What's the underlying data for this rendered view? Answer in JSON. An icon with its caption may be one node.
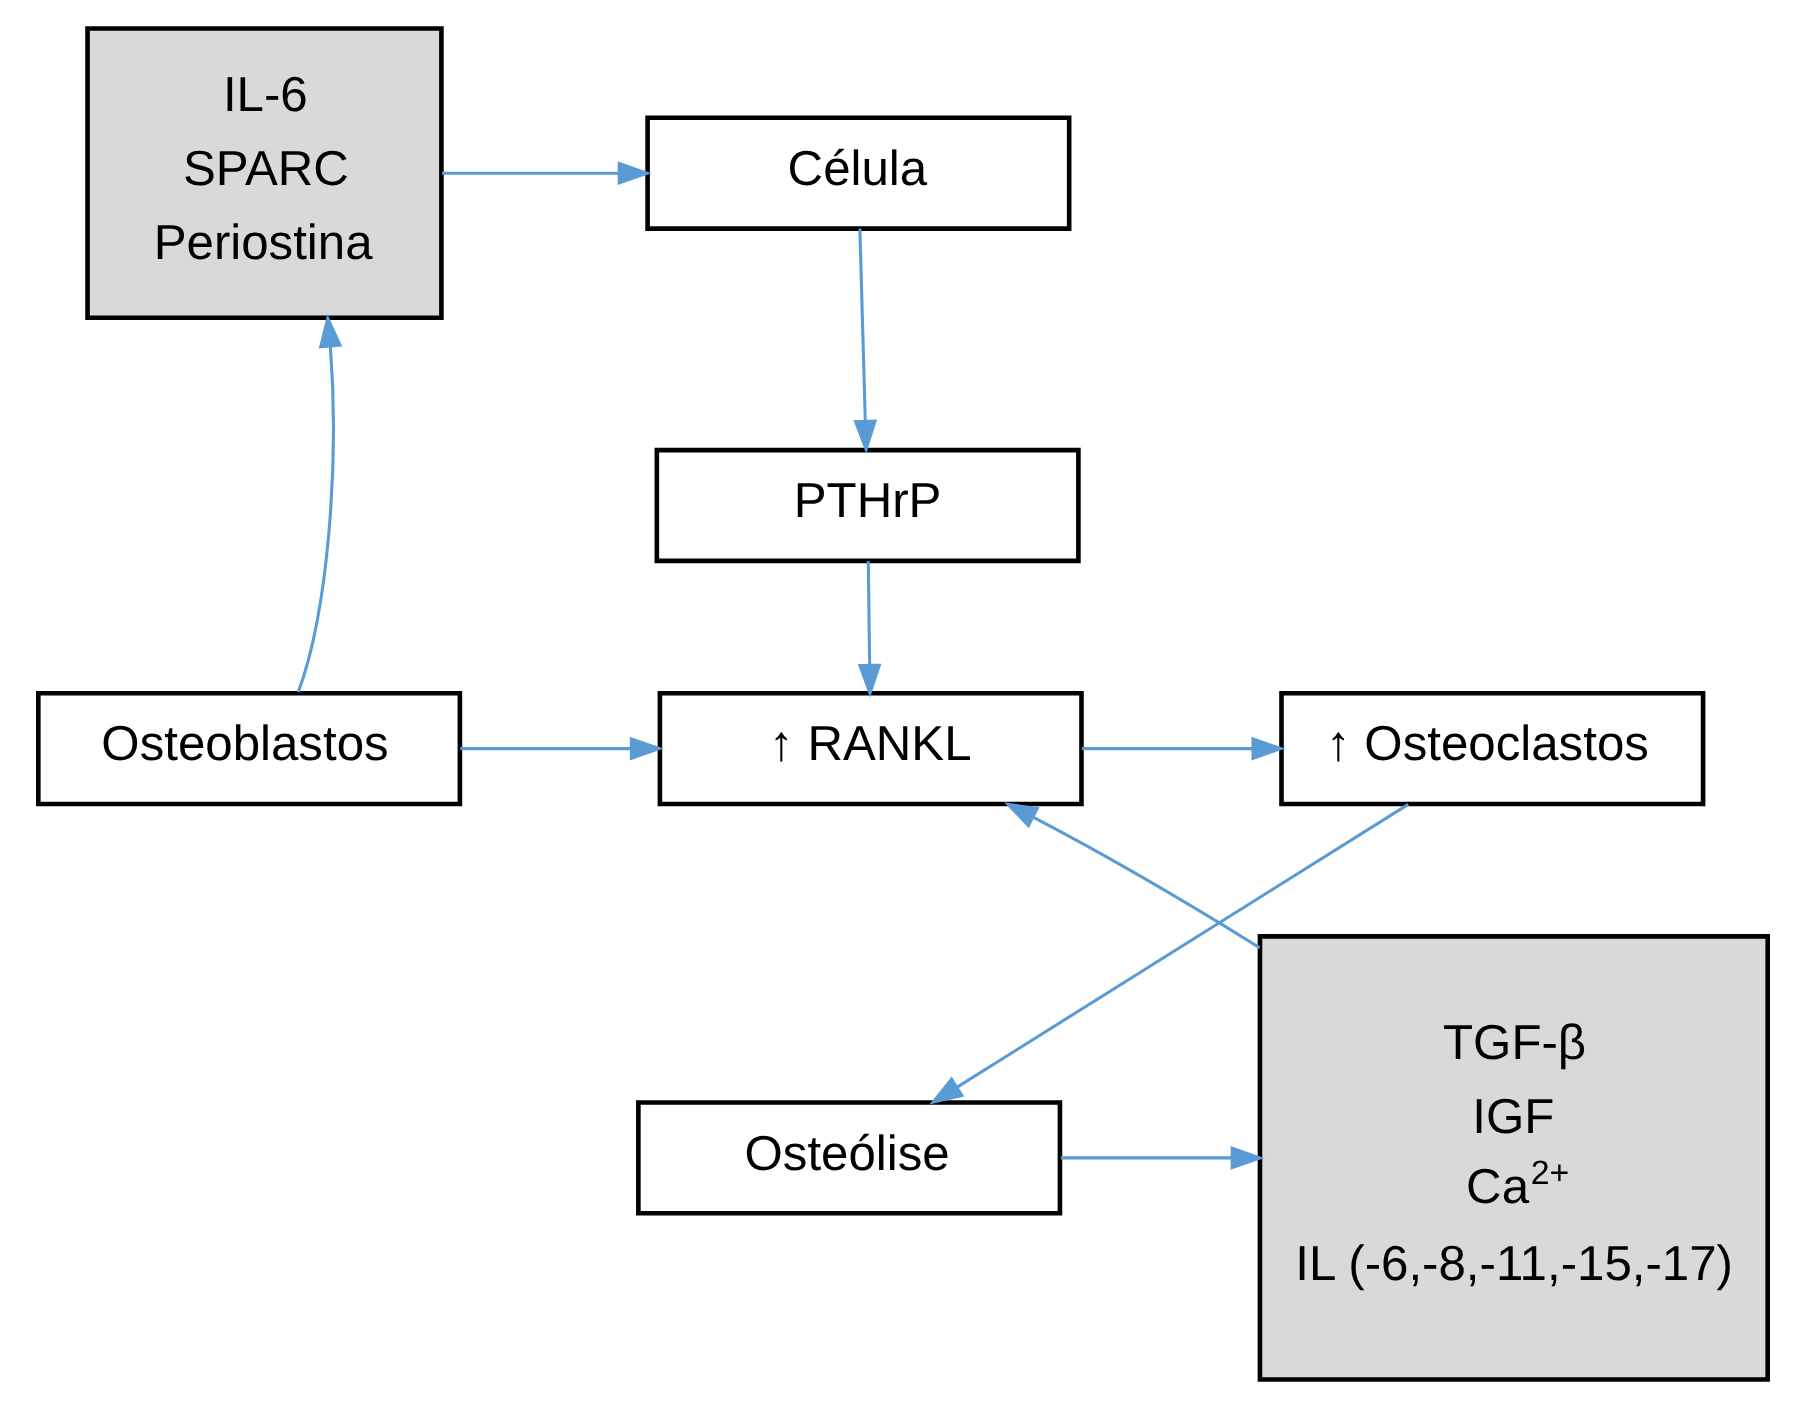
{
  "diagram": {
    "nodes": [
      {
        "text": [
          "IL-6",
          "SPARC",
          "Periostina"
        ]
      },
      {
        "text": [
          "Célula"
        ]
      },
      {
        "text": [
          "PTHrP"
        ]
      },
      {
        "text": [
          "Osteoblastos"
        ]
      },
      {
        "text": [
          "↑ RANKL"
        ]
      },
      {
        "text": [
          "↑ Osteoclastos"
        ]
      },
      {
        "text": [
          "TGF-β",
          "IGF",
          "Ca$^{2+}$",
          "IL (-6,-8,-11,-15,-17)"
        ]
      },
      {
        "text": [
          "Osteólise"
        ]
      }
    ],
    "edges": [
      {
        "from": 0,
        "to": 1,
        "arrow": "to"
      },
      {
        "from": 1,
        "to": 2,
        "arrow": "to"
      },
      {
        "from": 2,
        "to": 4,
        "arrow": "to"
      },
      {
        "from": 3,
        "to": 0,
        "arrow": "to"
      },
      {
        "from": 3,
        "to": 4,
        "arrow": "to"
      },
      {
        "from": 4,
        "to": 5,
        "arrow": "to"
      },
      {
        "from": 5,
        "to": 7,
        "arrow": "to"
      },
      {
        "from": 7,
        "to": 6,
        "arrow": "to"
      },
      {
        "from": 6,
        "to": 4,
        "arrow": "to"
      }
    ]
  }
}
